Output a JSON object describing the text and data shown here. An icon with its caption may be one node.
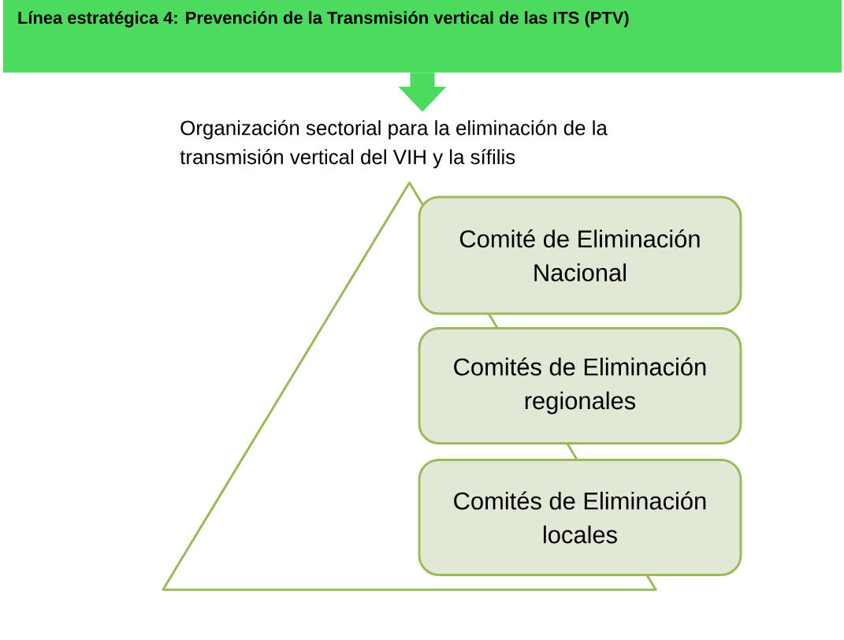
{
  "diagram": {
    "nodes": [
      {
        "text": [
          "Línea estratégica 4: Prevención de la Transmisión vertical de las ITS (PTV)"
        ]
      },
      {
        "text": [
          "Organización sectorial para la eliminación de la transmisión vertical del VIH y la sífilis"
        ]
      },
      {
        "text": [],
        "shape": "triangle"
      },
      {
        "text": [
          "Comité de Eliminación Nacional"
        ]
      },
      {
        "text": [
          "Comités de Eliminación regionales"
        ]
      },
      {
        "text": [
          "Comités de Eliminación locales"
        ]
      }
    ],
    "edges": [
      {
        "from": 0,
        "to": 1,
        "arrow": "to",
        "style": "thick"
      }
    ]
  }
}
